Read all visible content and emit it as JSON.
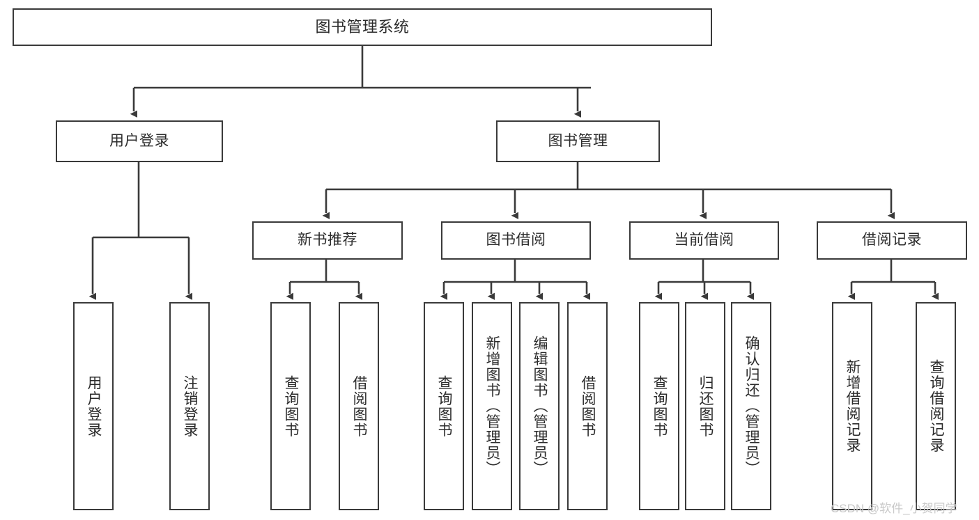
{
  "diagram": {
    "type": "hierarchy-tree",
    "title": "图书管理系统",
    "watermark": "CSDN @软件_小贺同学",
    "colors": {
      "box_border": "#3a3a3a",
      "box_fill": "#ffffff",
      "connector": "#3a3a3a",
      "text": "#2b2b2b",
      "watermark": "#c9c9c9"
    },
    "root": {
      "label": "图书管理系统"
    },
    "level1": [
      {
        "label": "用户登录"
      },
      {
        "label": "图书管理"
      }
    ],
    "level2": [
      {
        "label": "新书推荐"
      },
      {
        "label": "图书借阅"
      },
      {
        "label": "当前借阅"
      },
      {
        "label": "借阅记录"
      }
    ],
    "leaves": {
      "user_login": [
        {
          "label": "用户登录"
        },
        {
          "label": "注销登录"
        }
      ],
      "new_book_recommend": [
        {
          "label": "查询图书"
        },
        {
          "label": "借阅图书"
        }
      ],
      "book_borrow": [
        {
          "label": "查询图书"
        },
        {
          "label": "新增图书（管理员）"
        },
        {
          "label": "编辑图书（管理员）"
        },
        {
          "label": "借阅图书"
        }
      ],
      "current_borrow": [
        {
          "label": "查询图书"
        },
        {
          "label": "归还图书"
        },
        {
          "label": "确认归还（管理员）"
        }
      ],
      "borrow_record": [
        {
          "label": "新增借阅记录"
        },
        {
          "label": "查询借阅记录"
        }
      ]
    }
  }
}
